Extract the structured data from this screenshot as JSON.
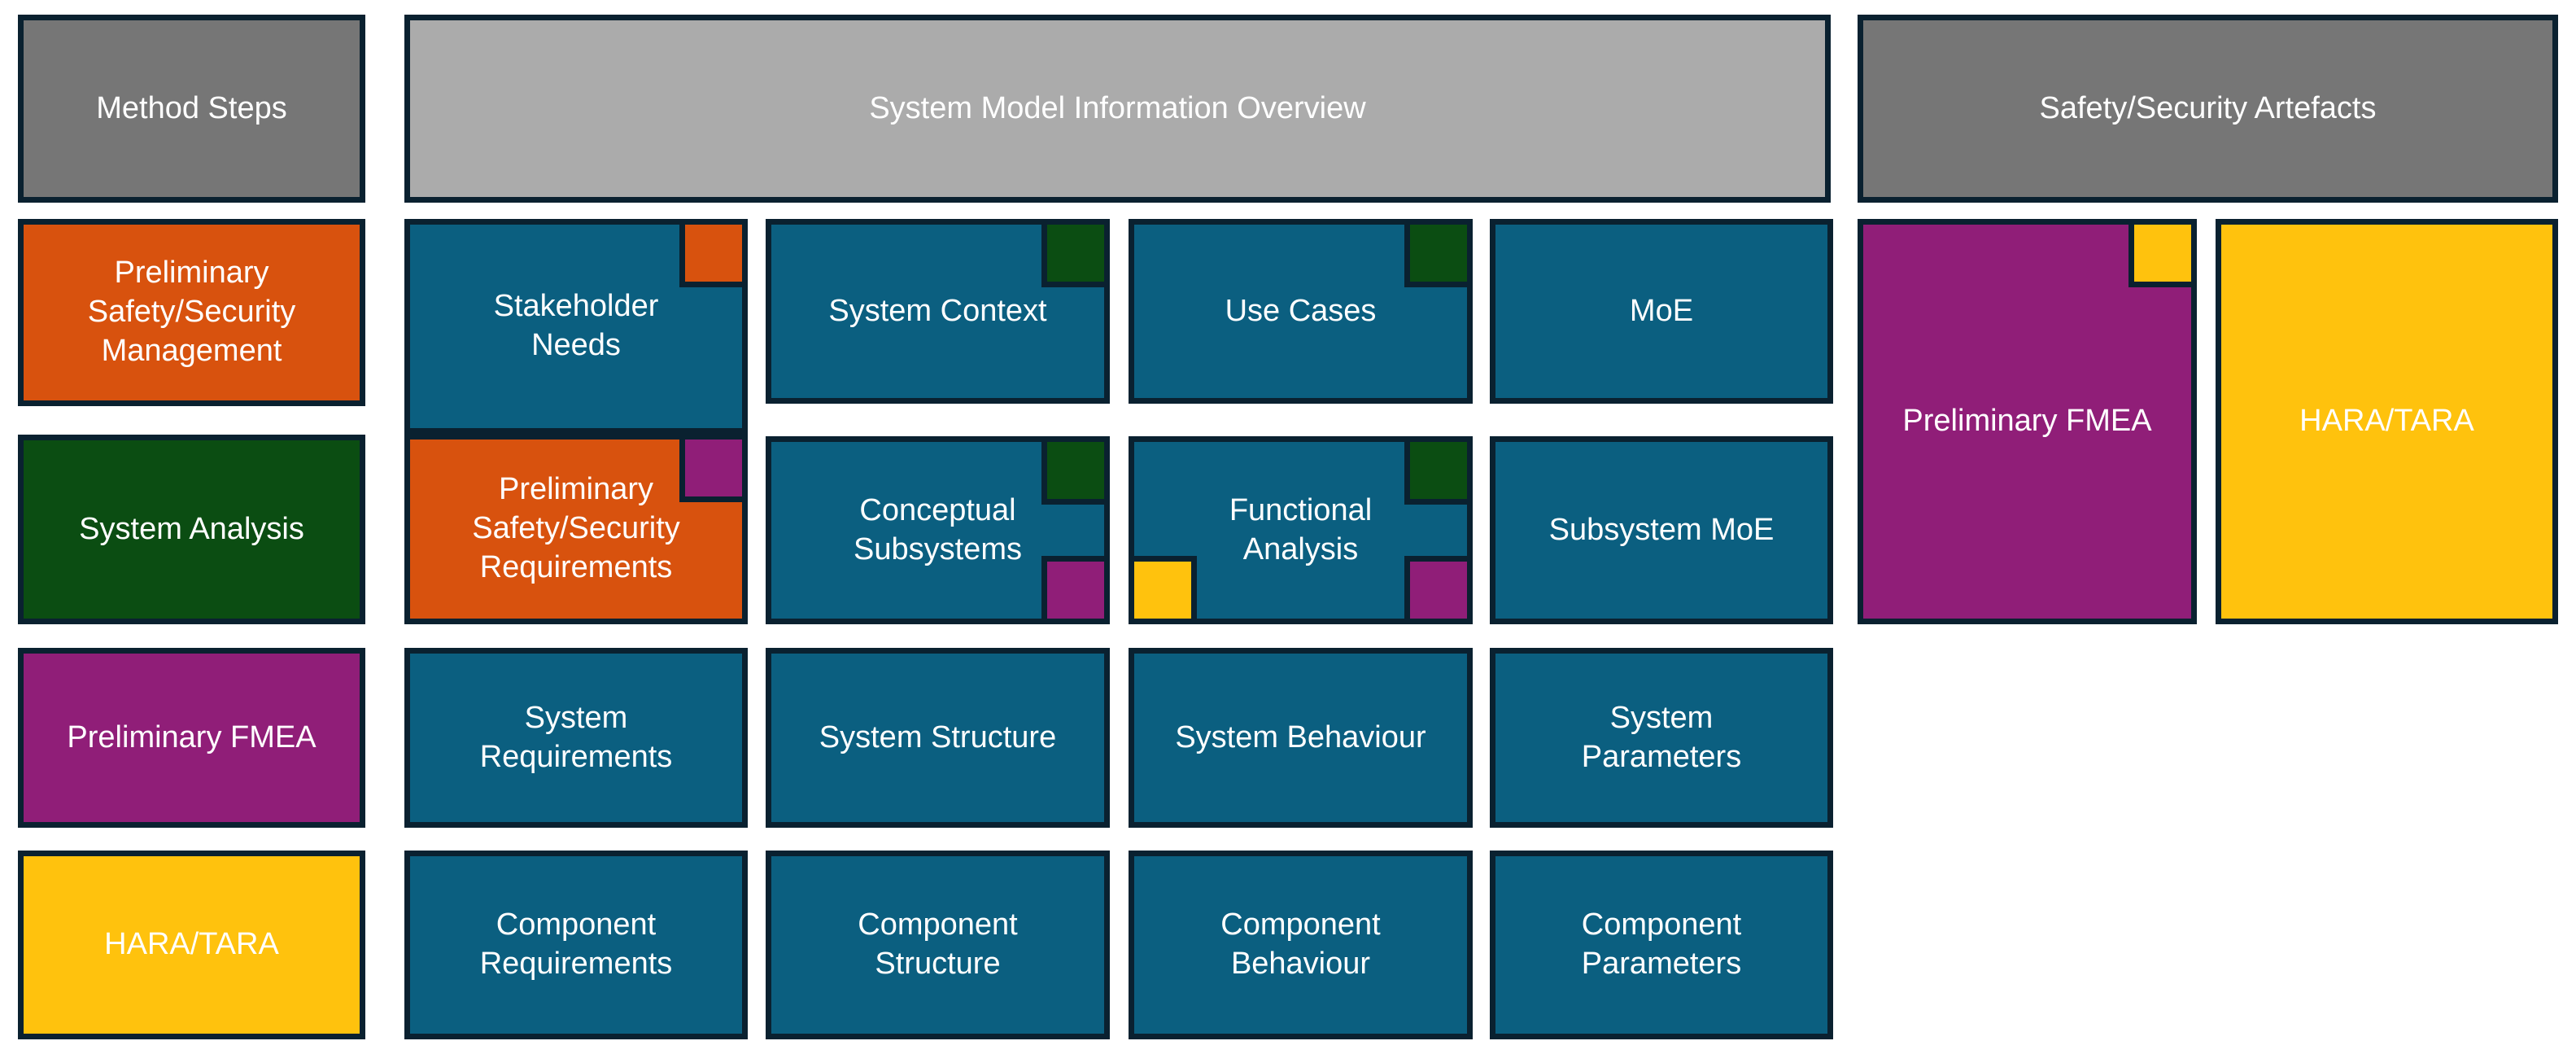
{
  "colors": {
    "teal": "#0B5F80",
    "orange": "#D8520E",
    "green": "#0B4D12",
    "purple": "#901E78",
    "yellow": "#FFC20D",
    "gray_dark": "#767676",
    "gray_light": "#ABABAB",
    "border": "#0A2130",
    "text": "#FFFFFF",
    "background": "#FFFFFF"
  },
  "headers": {
    "method_steps": "Method Steps",
    "overview": "System Model Information Overview",
    "artefacts": "Safety/Security Artefacts"
  },
  "method_steps": [
    {
      "label": "Preliminary\nSafety/Security\nManagement",
      "color": "orange"
    },
    {
      "label": "System Analysis",
      "color": "green"
    },
    {
      "label": "Preliminary FMEA",
      "color": "purple"
    },
    {
      "label": "HARA/TARA",
      "color": "yellow"
    }
  ],
  "model_grid": {
    "row1": [
      {
        "label": "Stakeholder\nNeeds",
        "color": "teal",
        "tags": [
          {
            "color": "orange",
            "position": "top-right"
          }
        ]
      },
      {
        "label": "System Context",
        "color": "teal",
        "tags": [
          {
            "color": "green",
            "position": "top-right"
          }
        ]
      },
      {
        "label": "Use Cases",
        "color": "teal",
        "tags": [
          {
            "color": "green",
            "position": "top-right"
          }
        ]
      },
      {
        "label": "MoE",
        "color": "teal",
        "tags": []
      }
    ],
    "row2": [
      {
        "label": "Preliminary\nSafety/Security\nRequirements",
        "color": "orange",
        "tags": [
          {
            "color": "purple",
            "position": "top-right"
          }
        ]
      },
      {
        "label": "Conceptual\nSubsystems",
        "color": "teal",
        "tags": [
          {
            "color": "green",
            "position": "top-right"
          },
          {
            "color": "purple",
            "position": "bottom-right"
          }
        ]
      },
      {
        "label": "Functional\nAnalysis",
        "color": "teal",
        "tags": [
          {
            "color": "green",
            "position": "top-right"
          },
          {
            "color": "purple",
            "position": "bottom-right"
          },
          {
            "color": "yellow",
            "position": "bottom-left"
          }
        ]
      },
      {
        "label": "Subsystem MoE",
        "color": "teal",
        "tags": []
      }
    ],
    "row3": [
      {
        "label": "System\nRequirements",
        "color": "teal",
        "tags": []
      },
      {
        "label": "System Structure",
        "color": "teal",
        "tags": []
      },
      {
        "label": "System Behaviour",
        "color": "teal",
        "tags": []
      },
      {
        "label": "System\nParameters",
        "color": "teal",
        "tags": []
      }
    ],
    "row4": [
      {
        "label": "Component\nRequirements",
        "color": "teal",
        "tags": []
      },
      {
        "label": "Component\nStructure",
        "color": "teal",
        "tags": []
      },
      {
        "label": "Component\nBehaviour",
        "color": "teal",
        "tags": []
      },
      {
        "label": "Component\nParameters",
        "color": "teal",
        "tags": []
      }
    ]
  },
  "artefacts": [
    {
      "label": "Preliminary FMEA",
      "color": "purple",
      "tags": [
        {
          "color": "yellow",
          "position": "top-right"
        }
      ]
    },
    {
      "label": "HARA/TARA",
      "color": "yellow",
      "tags": []
    }
  ]
}
